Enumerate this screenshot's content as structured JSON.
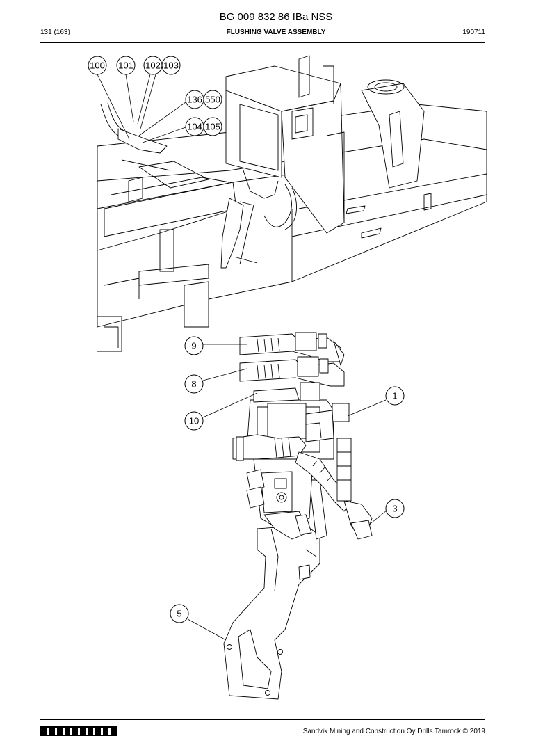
{
  "header": {
    "doc_code": "BG 009 832 86 fBa NSS",
    "page": "131 (163)",
    "title": "FLUSHING VALVE ASSEMBLY",
    "date": "190711"
  },
  "callouts": [
    "100",
    "101",
    "102",
    "103",
    "136",
    "550",
    "104",
    "105",
    "9",
    "8",
    "10",
    "1",
    "3",
    "5"
  ],
  "footer": {
    "copyright": "Sandvik Mining and Construction Oy Drills Tamrock © 2019"
  }
}
